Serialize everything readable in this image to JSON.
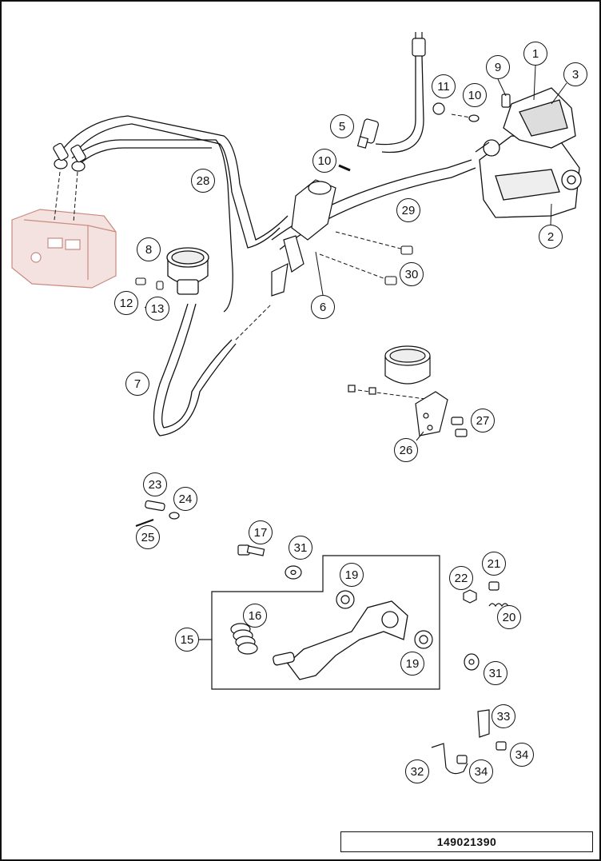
{
  "document_number": "149021390",
  "callouts": [
    "1",
    "2",
    "3",
    "5",
    "6",
    "7",
    "8",
    "9",
    "10",
    "10",
    "11",
    "12",
    "13",
    "15",
    "16",
    "17",
    "19",
    "19",
    "20",
    "21",
    "22",
    "23",
    "24",
    "25",
    "26",
    "27",
    "28",
    "29",
    "30",
    "31",
    "31",
    "32",
    "33",
    "34",
    "34"
  ],
  "colors": {
    "line": "#111111",
    "abs_unit": "#d9a7a0",
    "background": "#ffffff"
  }
}
